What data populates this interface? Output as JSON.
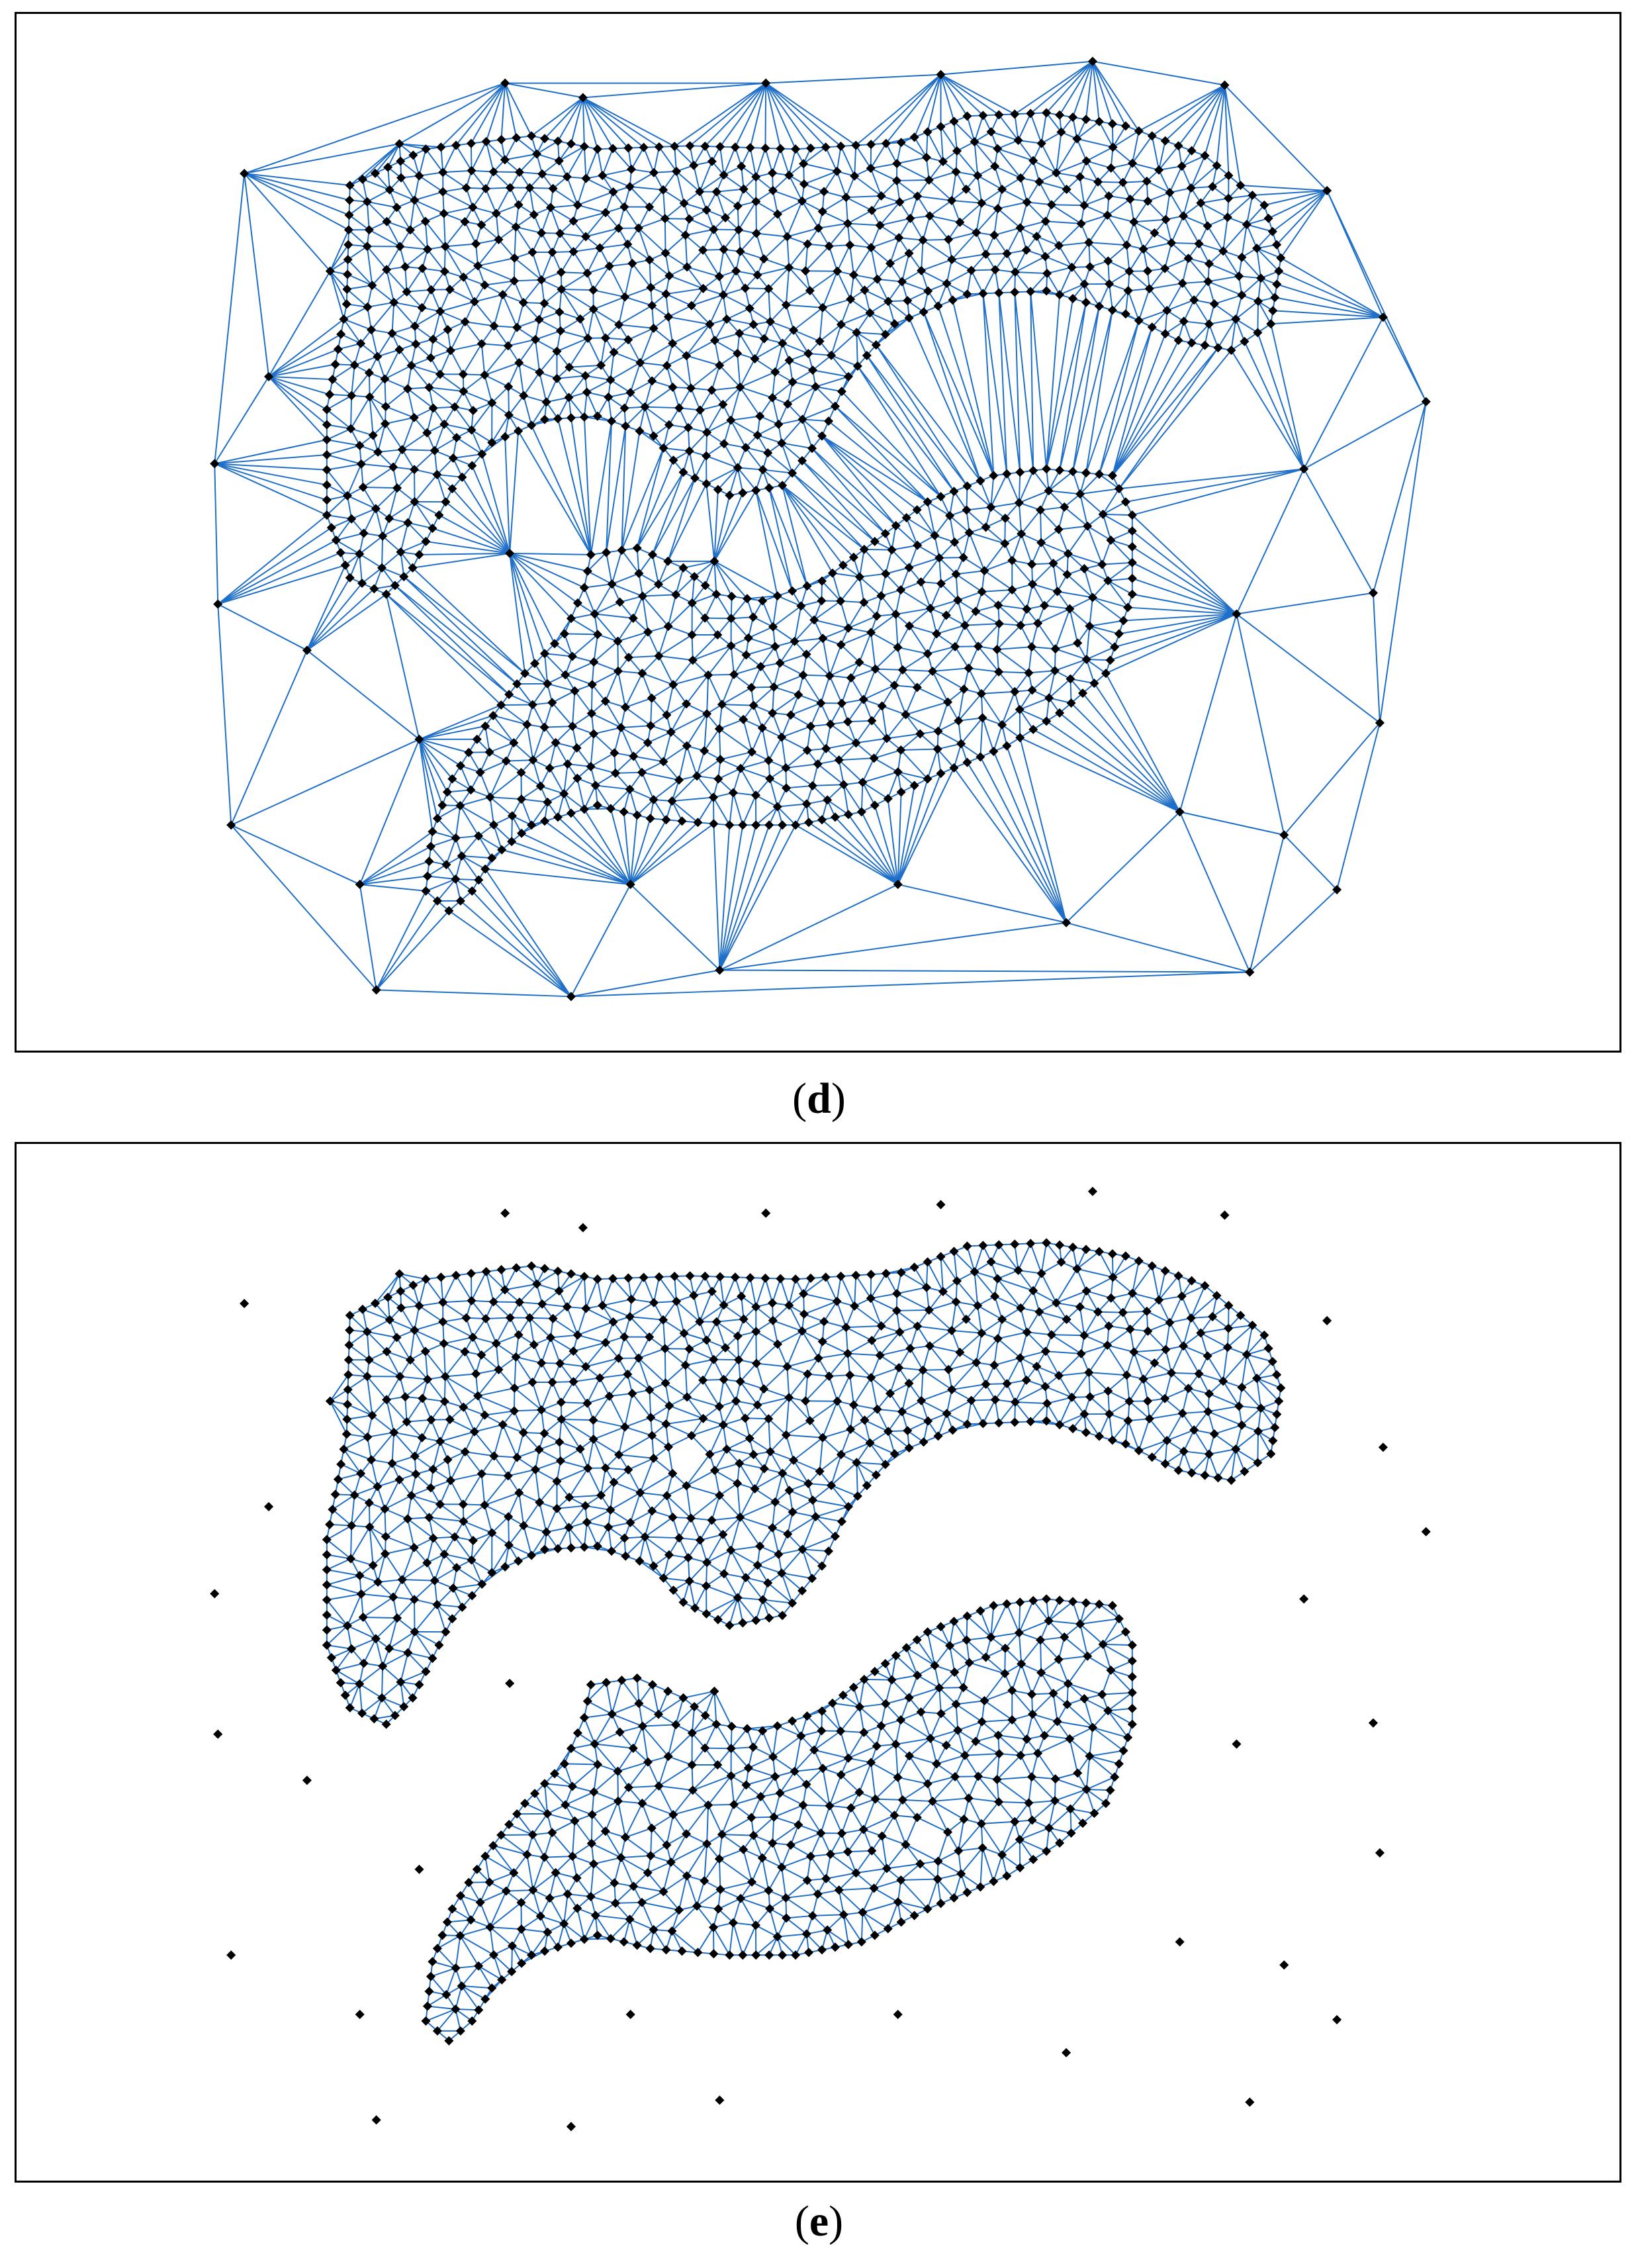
{
  "captions": {
    "d": "d",
    "e": "e"
  },
  "colors": {
    "edge": "#1f6fc9",
    "node": "#000000",
    "frame": "#000000"
  },
  "figure": {
    "d": {
      "description_kind": "delaunay-triangulation",
      "shows_hull_edges": true
    },
    "e": {
      "description_kind": "filtered-triangulation",
      "shows_hull_edges": false
    }
  }
}
